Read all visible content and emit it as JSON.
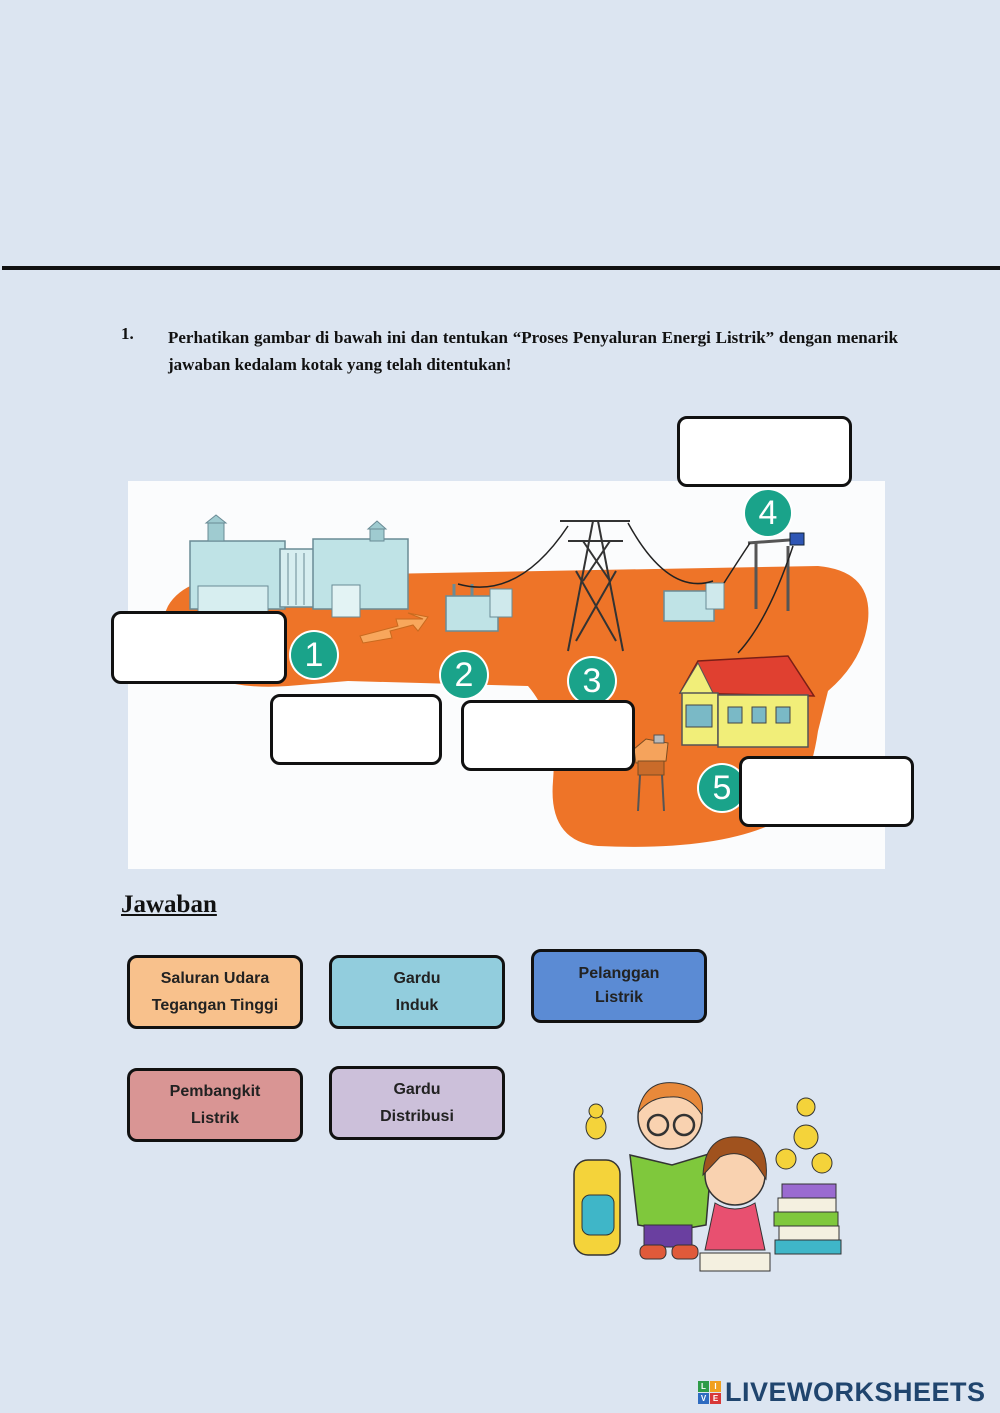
{
  "question": {
    "number": "1.",
    "text": "Perhatikan gambar di bawah ini dan tentukan “Proses Penyaluran Energi Listrik” dengan menarik jawaban kedalam kotak yang telah ditentukan!"
  },
  "diagram": {
    "badges": [
      "1",
      "2",
      "3",
      "4",
      "5"
    ],
    "colors": {
      "ground": "#ee7428",
      "badge": "#1aa38a",
      "roof": "#e04030",
      "house": "#f1ee79"
    }
  },
  "answers_heading": "Jawaban",
  "answers": [
    {
      "line1": "Saluran Udara",
      "line2": "Tegangan Tinggi",
      "color": "#f8c18c"
    },
    {
      "line1": "Gardu",
      "line2": "Induk",
      "color": "#92cddd"
    },
    {
      "line1": "Pelanggan",
      "line2": "Listrik",
      "color": "#5b8bd4"
    },
    {
      "line1": "Pembangkit",
      "line2": "Listrik",
      "color": "#d99594"
    },
    {
      "line1": "Gardu",
      "line2": "Distribusi",
      "color": "#ccc0da"
    }
  ],
  "logo": {
    "text": "LIVEWORKSHEETS",
    "mark": [
      "L",
      "I",
      "V",
      "E"
    ]
  }
}
